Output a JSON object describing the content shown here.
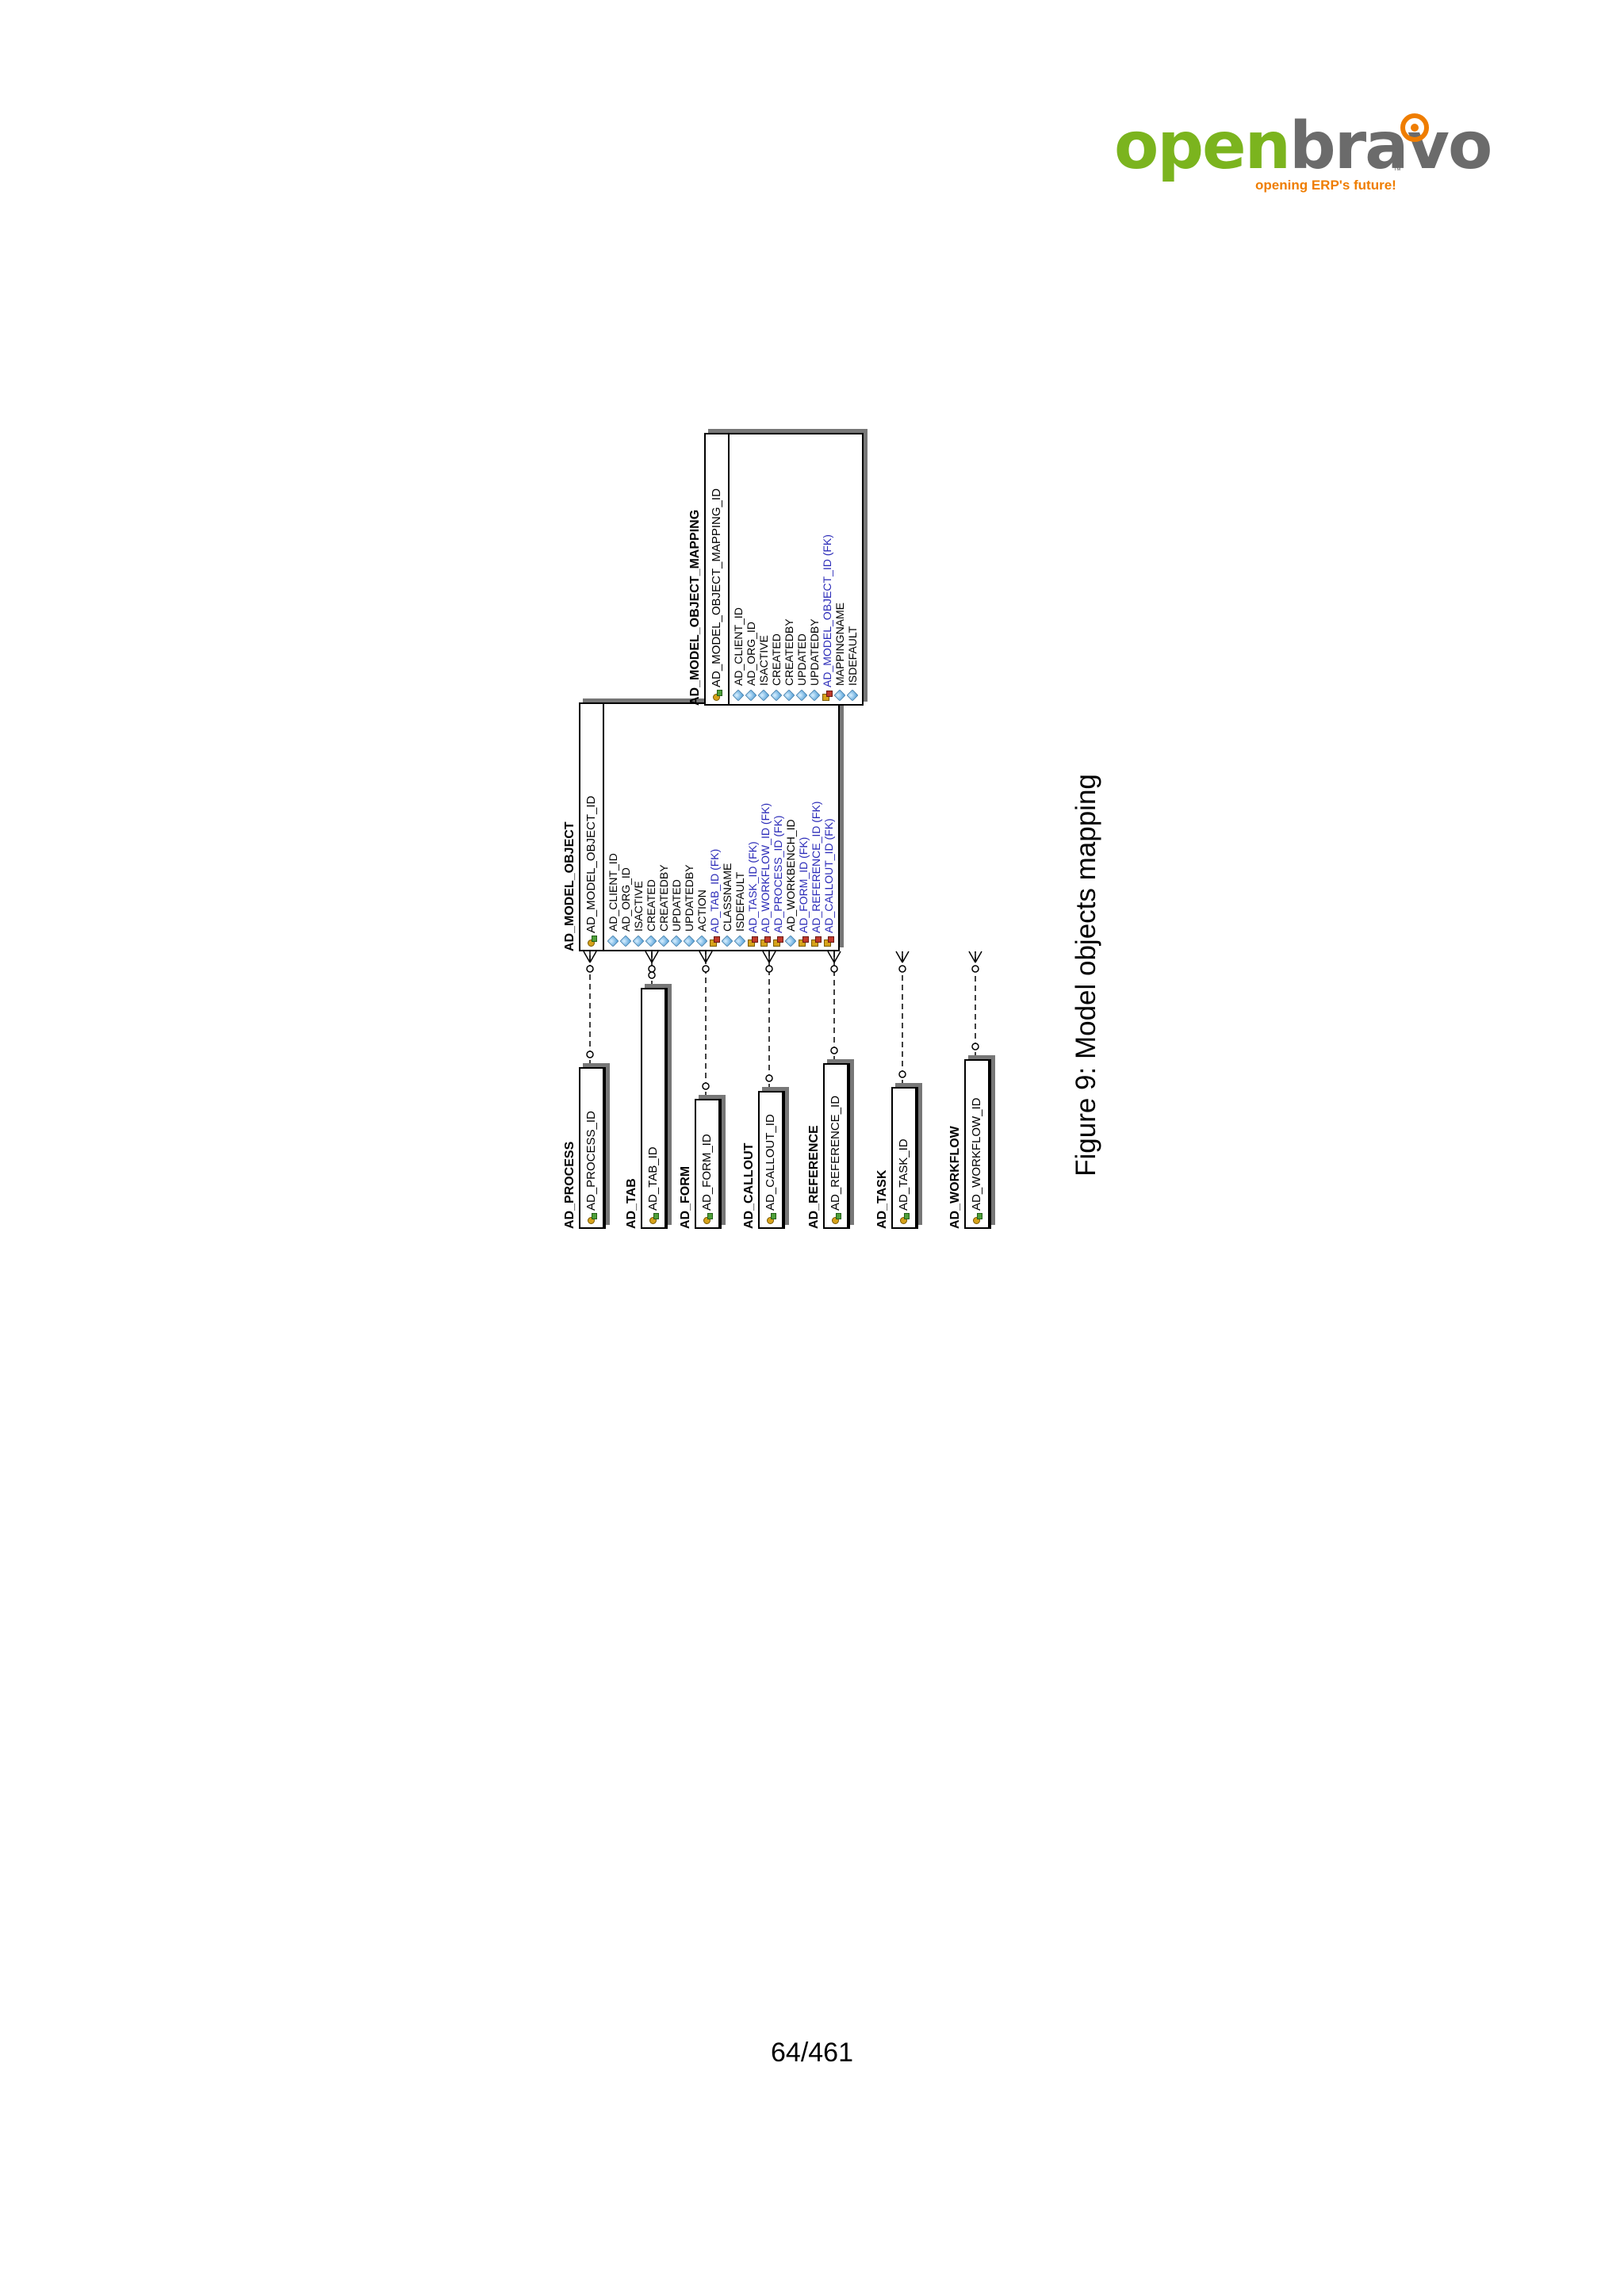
{
  "logo": {
    "word_open": "open",
    "word_bravo": "bravo",
    "tagline": "opening ERP's future!",
    "trademark": "™",
    "swirl_icon": "openbravo-swirl-icon",
    "colors": {
      "green": "#7bb41e",
      "gray": "#6b6b6b",
      "orange": "#ef7d00"
    }
  },
  "diagram": {
    "entities": [
      {
        "id": "ad_process",
        "title": "AD_PROCESS",
        "pk": "AD_PROCESS_ID",
        "columns": []
      },
      {
        "id": "ad_tab",
        "title": "AD_TAB",
        "pk": "AD_TAB_ID",
        "columns": []
      },
      {
        "id": "ad_form",
        "title": "AD_FORM",
        "pk": "AD_FORM_ID",
        "columns": []
      },
      {
        "id": "ad_callout",
        "title": "AD_CALLOUT",
        "pk": "AD_CALLOUT_ID",
        "columns": []
      },
      {
        "id": "ad_reference",
        "title": "AD_REFERENCE",
        "pk": "AD_REFERENCE_ID",
        "columns": []
      },
      {
        "id": "ad_task",
        "title": "AD_TASK",
        "pk": "AD_TASK_ID",
        "columns": []
      },
      {
        "id": "ad_workflow",
        "title": "AD_WORKFLOW",
        "pk": "AD_WORKFLOW_ID",
        "columns": []
      },
      {
        "id": "ad_model_object",
        "title": "AD_MODEL_OBJECT",
        "pk": "AD_MODEL_OBJECT_ID",
        "columns": [
          {
            "name": "AD_CLIENT_ID",
            "fk": false
          },
          {
            "name": "AD_ORG_ID",
            "fk": false
          },
          {
            "name": "ISACTIVE",
            "fk": false
          },
          {
            "name": "CREATED",
            "fk": false
          },
          {
            "name": "CREATEDBY",
            "fk": false
          },
          {
            "name": "UPDATED",
            "fk": false
          },
          {
            "name": "UPDATEDBY",
            "fk": false
          },
          {
            "name": "ACTION",
            "fk": false
          },
          {
            "name": "AD_TAB_ID (FK)",
            "fk": true
          },
          {
            "name": "CLASSNAME",
            "fk": false
          },
          {
            "name": "ISDEFAULT",
            "fk": false
          },
          {
            "name": "AD_TASK_ID (FK)",
            "fk": true
          },
          {
            "name": "AD_WORKFLOW_ID (FK)",
            "fk": true
          },
          {
            "name": "AD_PROCESS_ID (FK)",
            "fk": true
          },
          {
            "name": "AD_WORKBENCH_ID",
            "fk": false
          },
          {
            "name": "AD_FORM_ID (FK)",
            "fk": true
          },
          {
            "name": "AD_REFERENCE_ID (FK)",
            "fk": true
          },
          {
            "name": "AD_CALLOUT_ID (FK)",
            "fk": true
          }
        ]
      },
      {
        "id": "ad_model_object_mapping",
        "title": "AD_MODEL_OBJECT_MAPPING",
        "pk": "AD_MODEL_OBJECT_MAPPING_ID",
        "columns": [
          {
            "name": "AD_CLIENT_ID",
            "fk": false
          },
          {
            "name": "AD_ORG_ID",
            "fk": false
          },
          {
            "name": "ISACTIVE",
            "fk": false
          },
          {
            "name": "CREATED",
            "fk": false
          },
          {
            "name": "CREATEDBY",
            "fk": false
          },
          {
            "name": "UPDATED",
            "fk": false
          },
          {
            "name": "UPDATEDBY",
            "fk": false
          },
          {
            "name": "AD_MODEL_OBJECT_ID (FK)",
            "fk": true
          },
          {
            "name": "MAPPINGNAME",
            "fk": false
          },
          {
            "name": "ISDEFAULT",
            "fk": false
          }
        ]
      }
    ],
    "relationships": [
      {
        "from": "ad_process",
        "to": "ad_model_object",
        "style": "dashed"
      },
      {
        "from": "ad_tab",
        "to": "ad_model_object",
        "style": "dashed"
      },
      {
        "from": "ad_form",
        "to": "ad_model_object",
        "style": "dashed"
      },
      {
        "from": "ad_callout",
        "to": "ad_model_object",
        "style": "dashed"
      },
      {
        "from": "ad_reference",
        "to": "ad_model_object",
        "style": "dashed"
      },
      {
        "from": "ad_task",
        "to": "ad_model_object",
        "style": "dashed"
      },
      {
        "from": "ad_workflow",
        "to": "ad_model_object",
        "style": "dashed"
      },
      {
        "from": "ad_model_object",
        "to": "ad_model_object_mapping",
        "style": "solid"
      }
    ]
  },
  "caption": "Figure 9: Model objects mapping",
  "page_number": "64/461"
}
